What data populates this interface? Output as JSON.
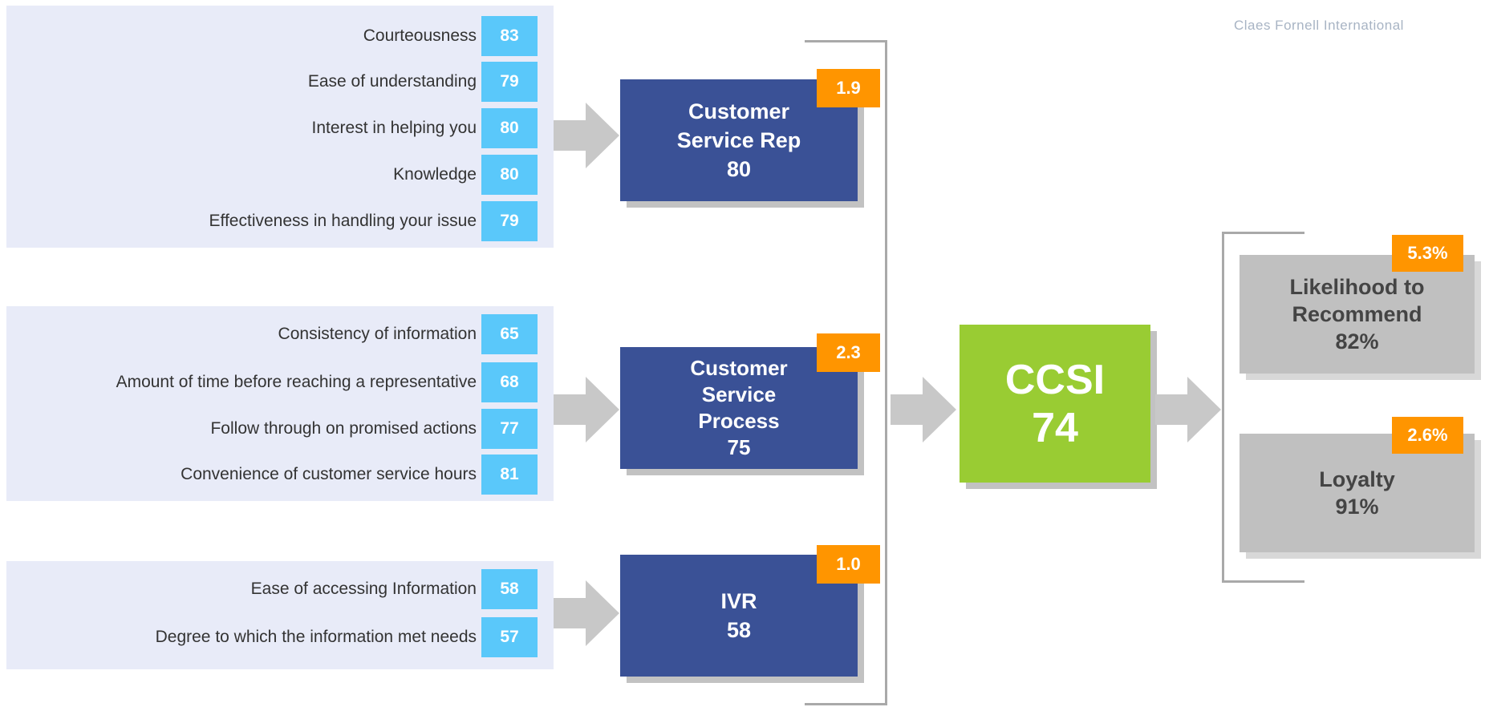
{
  "watermark": "Claes Fornell International",
  "groups": [
    {
      "attributes": [
        {
          "label": "Courteousness",
          "score": "83"
        },
        {
          "label": "Ease of understanding",
          "score": "79"
        },
        {
          "label": "Interest in helping you",
          "score": "80"
        },
        {
          "label": "Knowledge",
          "score": "80"
        },
        {
          "label": "Effectiveness in handling your issue",
          "score": "79"
        }
      ],
      "driver": {
        "line1": "Customer",
        "line2": "Service Rep",
        "value": "80",
        "impact": "1.9"
      }
    },
    {
      "attributes": [
        {
          "label": "Consistency of information",
          "score": "65"
        },
        {
          "label": "Amount of time before reaching a representative",
          "score": "68"
        },
        {
          "label": "Follow through on promised actions",
          "score": "77"
        },
        {
          "label": "Convenience of customer service hours",
          "score": "81"
        }
      ],
      "driver": {
        "line1": "Customer",
        "line2": "Service",
        "line3": "Process",
        "value": "75",
        "impact": "2.3"
      }
    },
    {
      "attributes": [
        {
          "label": "Ease of accessing Information",
          "score": "58"
        },
        {
          "label": "Degree to which the information met needs",
          "score": "57"
        }
      ],
      "driver": {
        "line1": "IVR",
        "value": "58",
        "impact": "1.0"
      }
    }
  ],
  "ccsi": {
    "label": "CCSI",
    "value": "74"
  },
  "outcomes": [
    {
      "line1": "Likelihood to",
      "line2": "Recommend",
      "value": "82%",
      "impact": "5.3%"
    },
    {
      "line1": "Loyalty",
      "value": "91%",
      "impact": "2.6%"
    }
  ],
  "colors": {
    "panel": "#e8ebf8",
    "score": "#5ac8fa",
    "driver": "#3a5196",
    "impact": "#ff9500",
    "ccsi": "#99cc33",
    "outcome": "#c0c0c0",
    "arrow": "#c8c8c8"
  }
}
